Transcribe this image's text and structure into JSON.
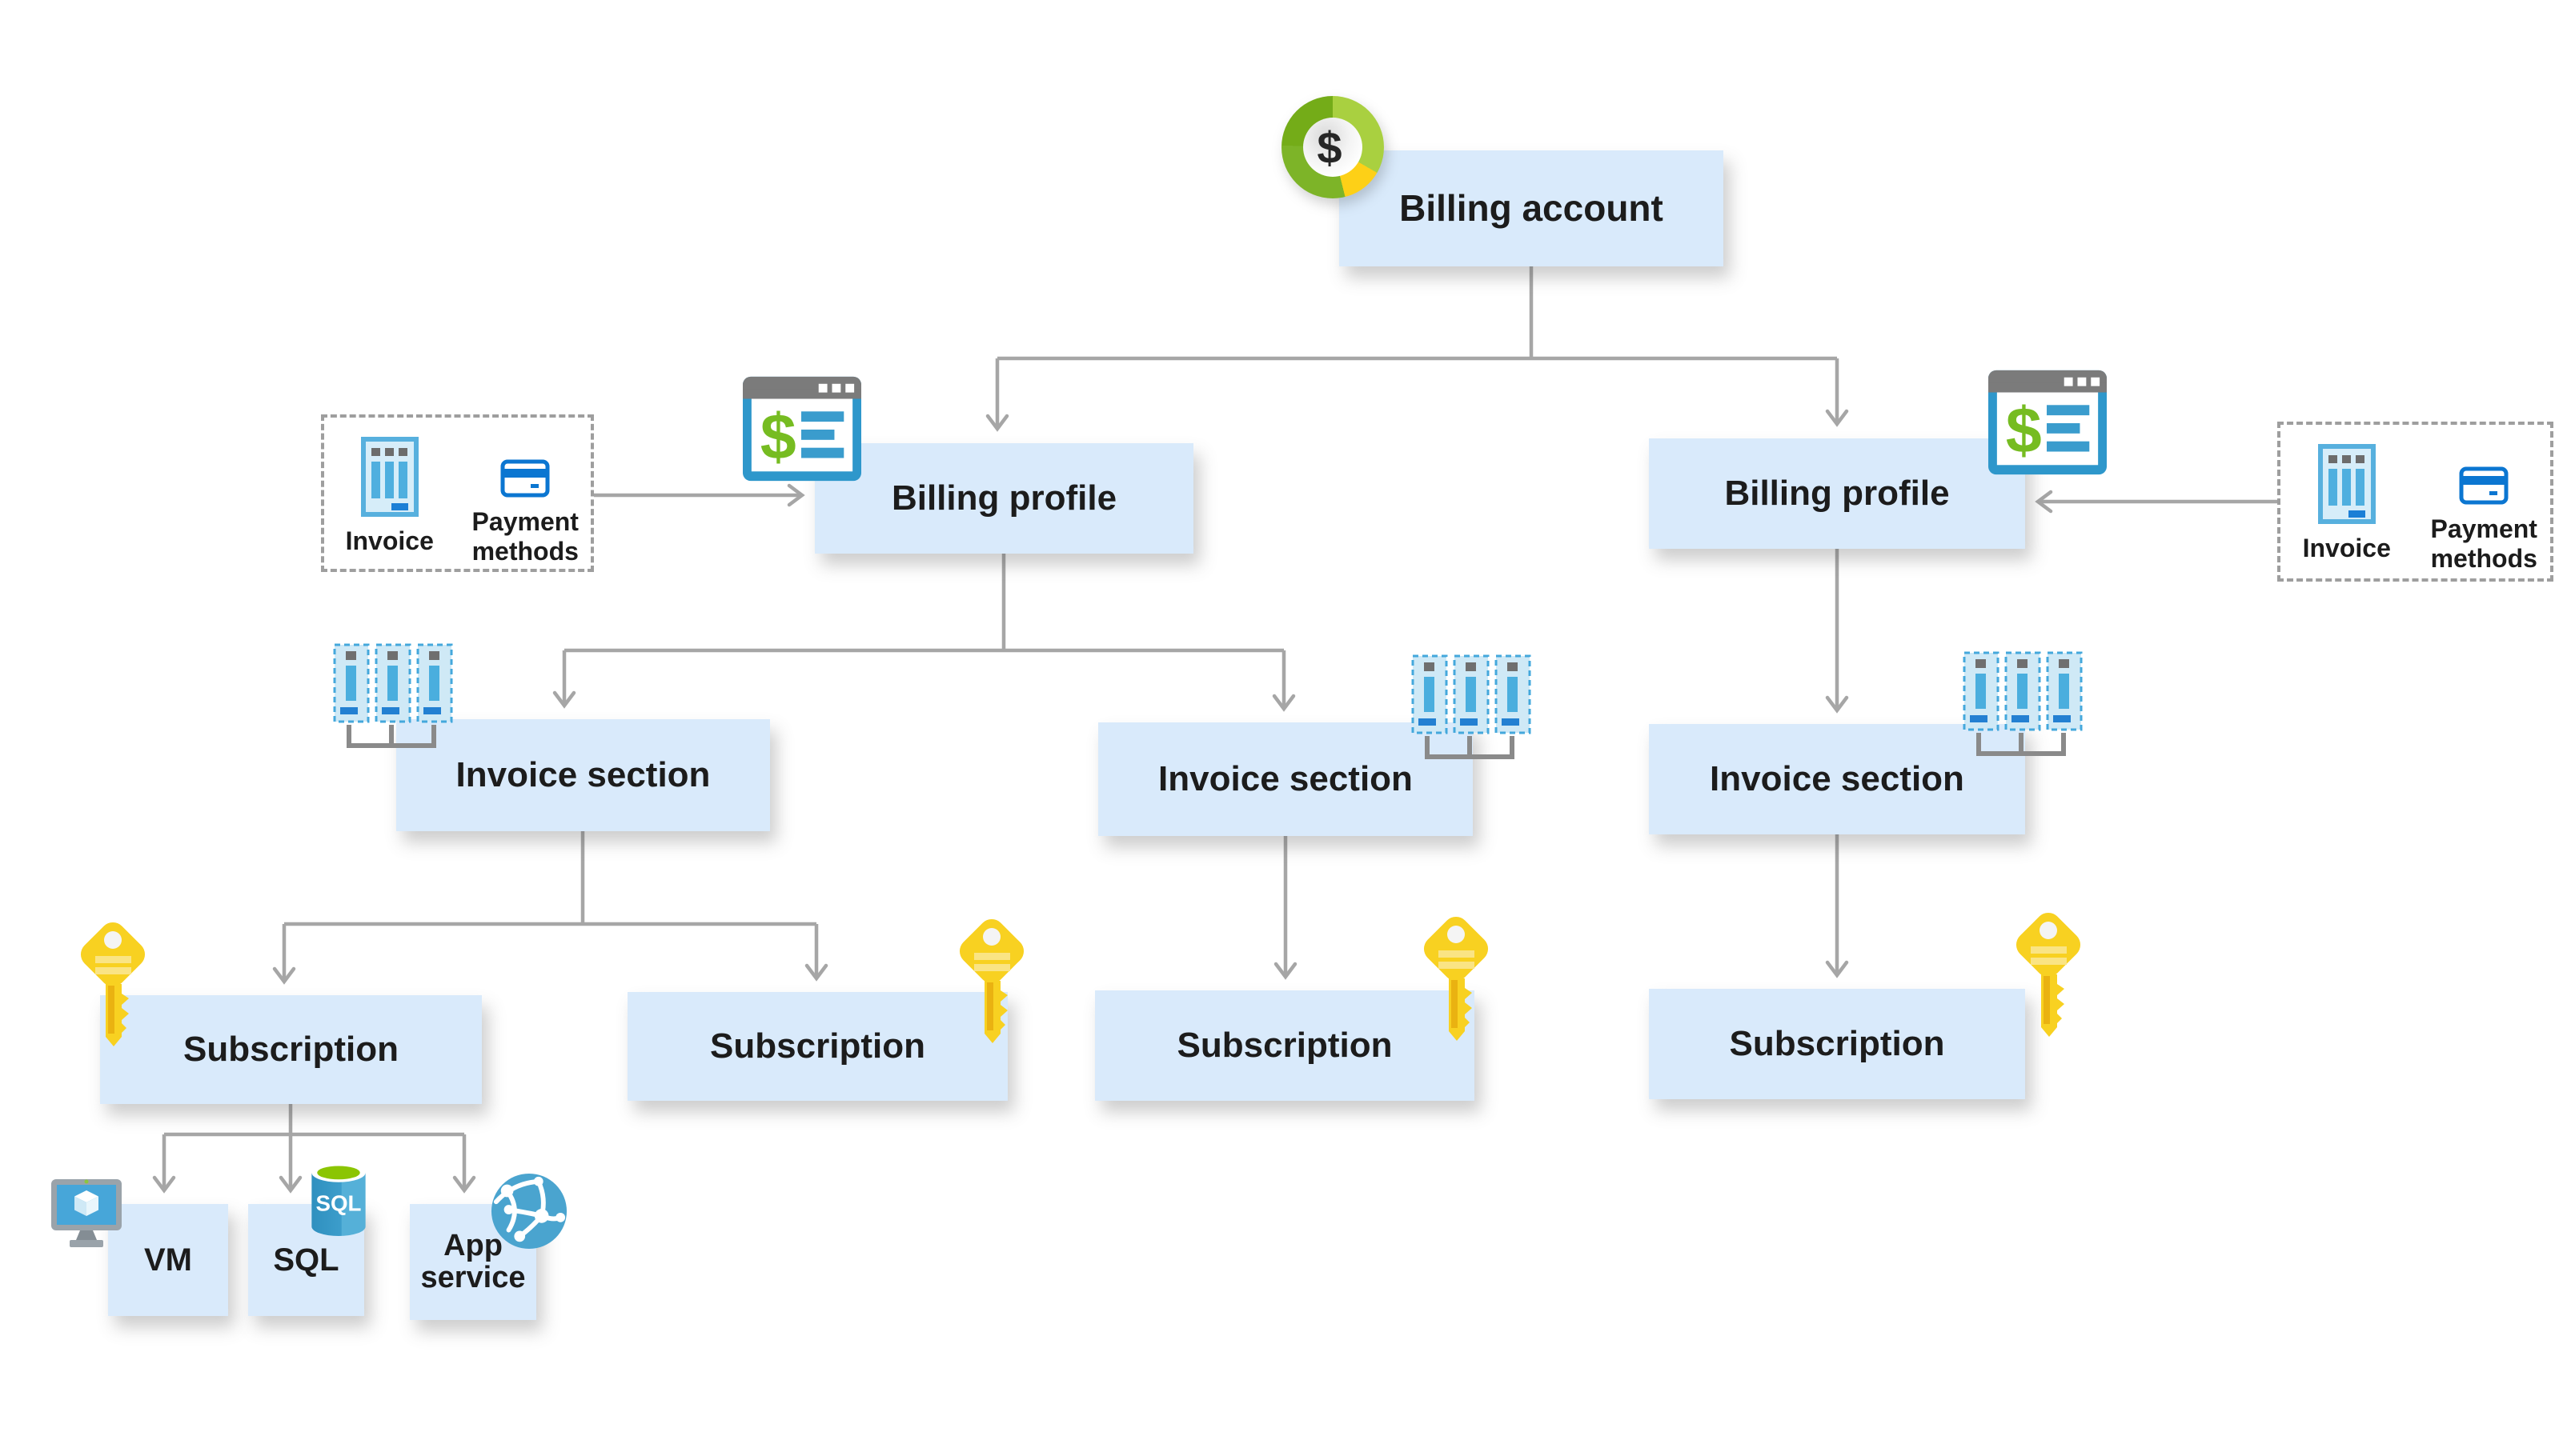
{
  "diagram": {
    "nodes": {
      "billing_account": {
        "label": "Billing account"
      },
      "billing_profile_left": {
        "label": "Billing profile"
      },
      "billing_profile_right": {
        "label": "Billing profile"
      },
      "invoice_section_left": {
        "label": "Invoice section"
      },
      "invoice_section_middle": {
        "label": "Invoice section"
      },
      "invoice_section_right": {
        "label": "Invoice section"
      },
      "subscription_1": {
        "label": "Subscription"
      },
      "subscription_2": {
        "label": "Subscription"
      },
      "subscription_3": {
        "label": "Subscription"
      },
      "subscription_4": {
        "label": "Subscription"
      },
      "vm": {
        "label": "VM"
      },
      "sql": {
        "label": "SQL"
      },
      "app_service": {
        "label": "App service"
      }
    },
    "legends": {
      "left": {
        "invoice_label": "Invoice",
        "payment_methods_label": "Payment methods"
      },
      "right": {
        "invoice_label": "Invoice",
        "payment_methods_label": "Payment methods"
      }
    },
    "icon_text": {
      "dollar": "$",
      "sql": "SQL"
    },
    "colors": {
      "node_fill": "#d9eafb",
      "connector": "#a6a6a6",
      "window_blue": "#2e97cb",
      "doc_border_blue": "#57b0de",
      "bar_blue": "#4aaede",
      "dark_bar_blue": "#1b7fd6",
      "card_blue": "#0b76d1",
      "dollar_green": "#76bc21",
      "donut_green": "#7db428",
      "donut_light_green": "#a9d040",
      "donut_yellow": "#fdd017",
      "key_gold": "#f8d121",
      "globe_blue": "#4aa4cf",
      "sql_top_green": "#8bc502"
    }
  }
}
